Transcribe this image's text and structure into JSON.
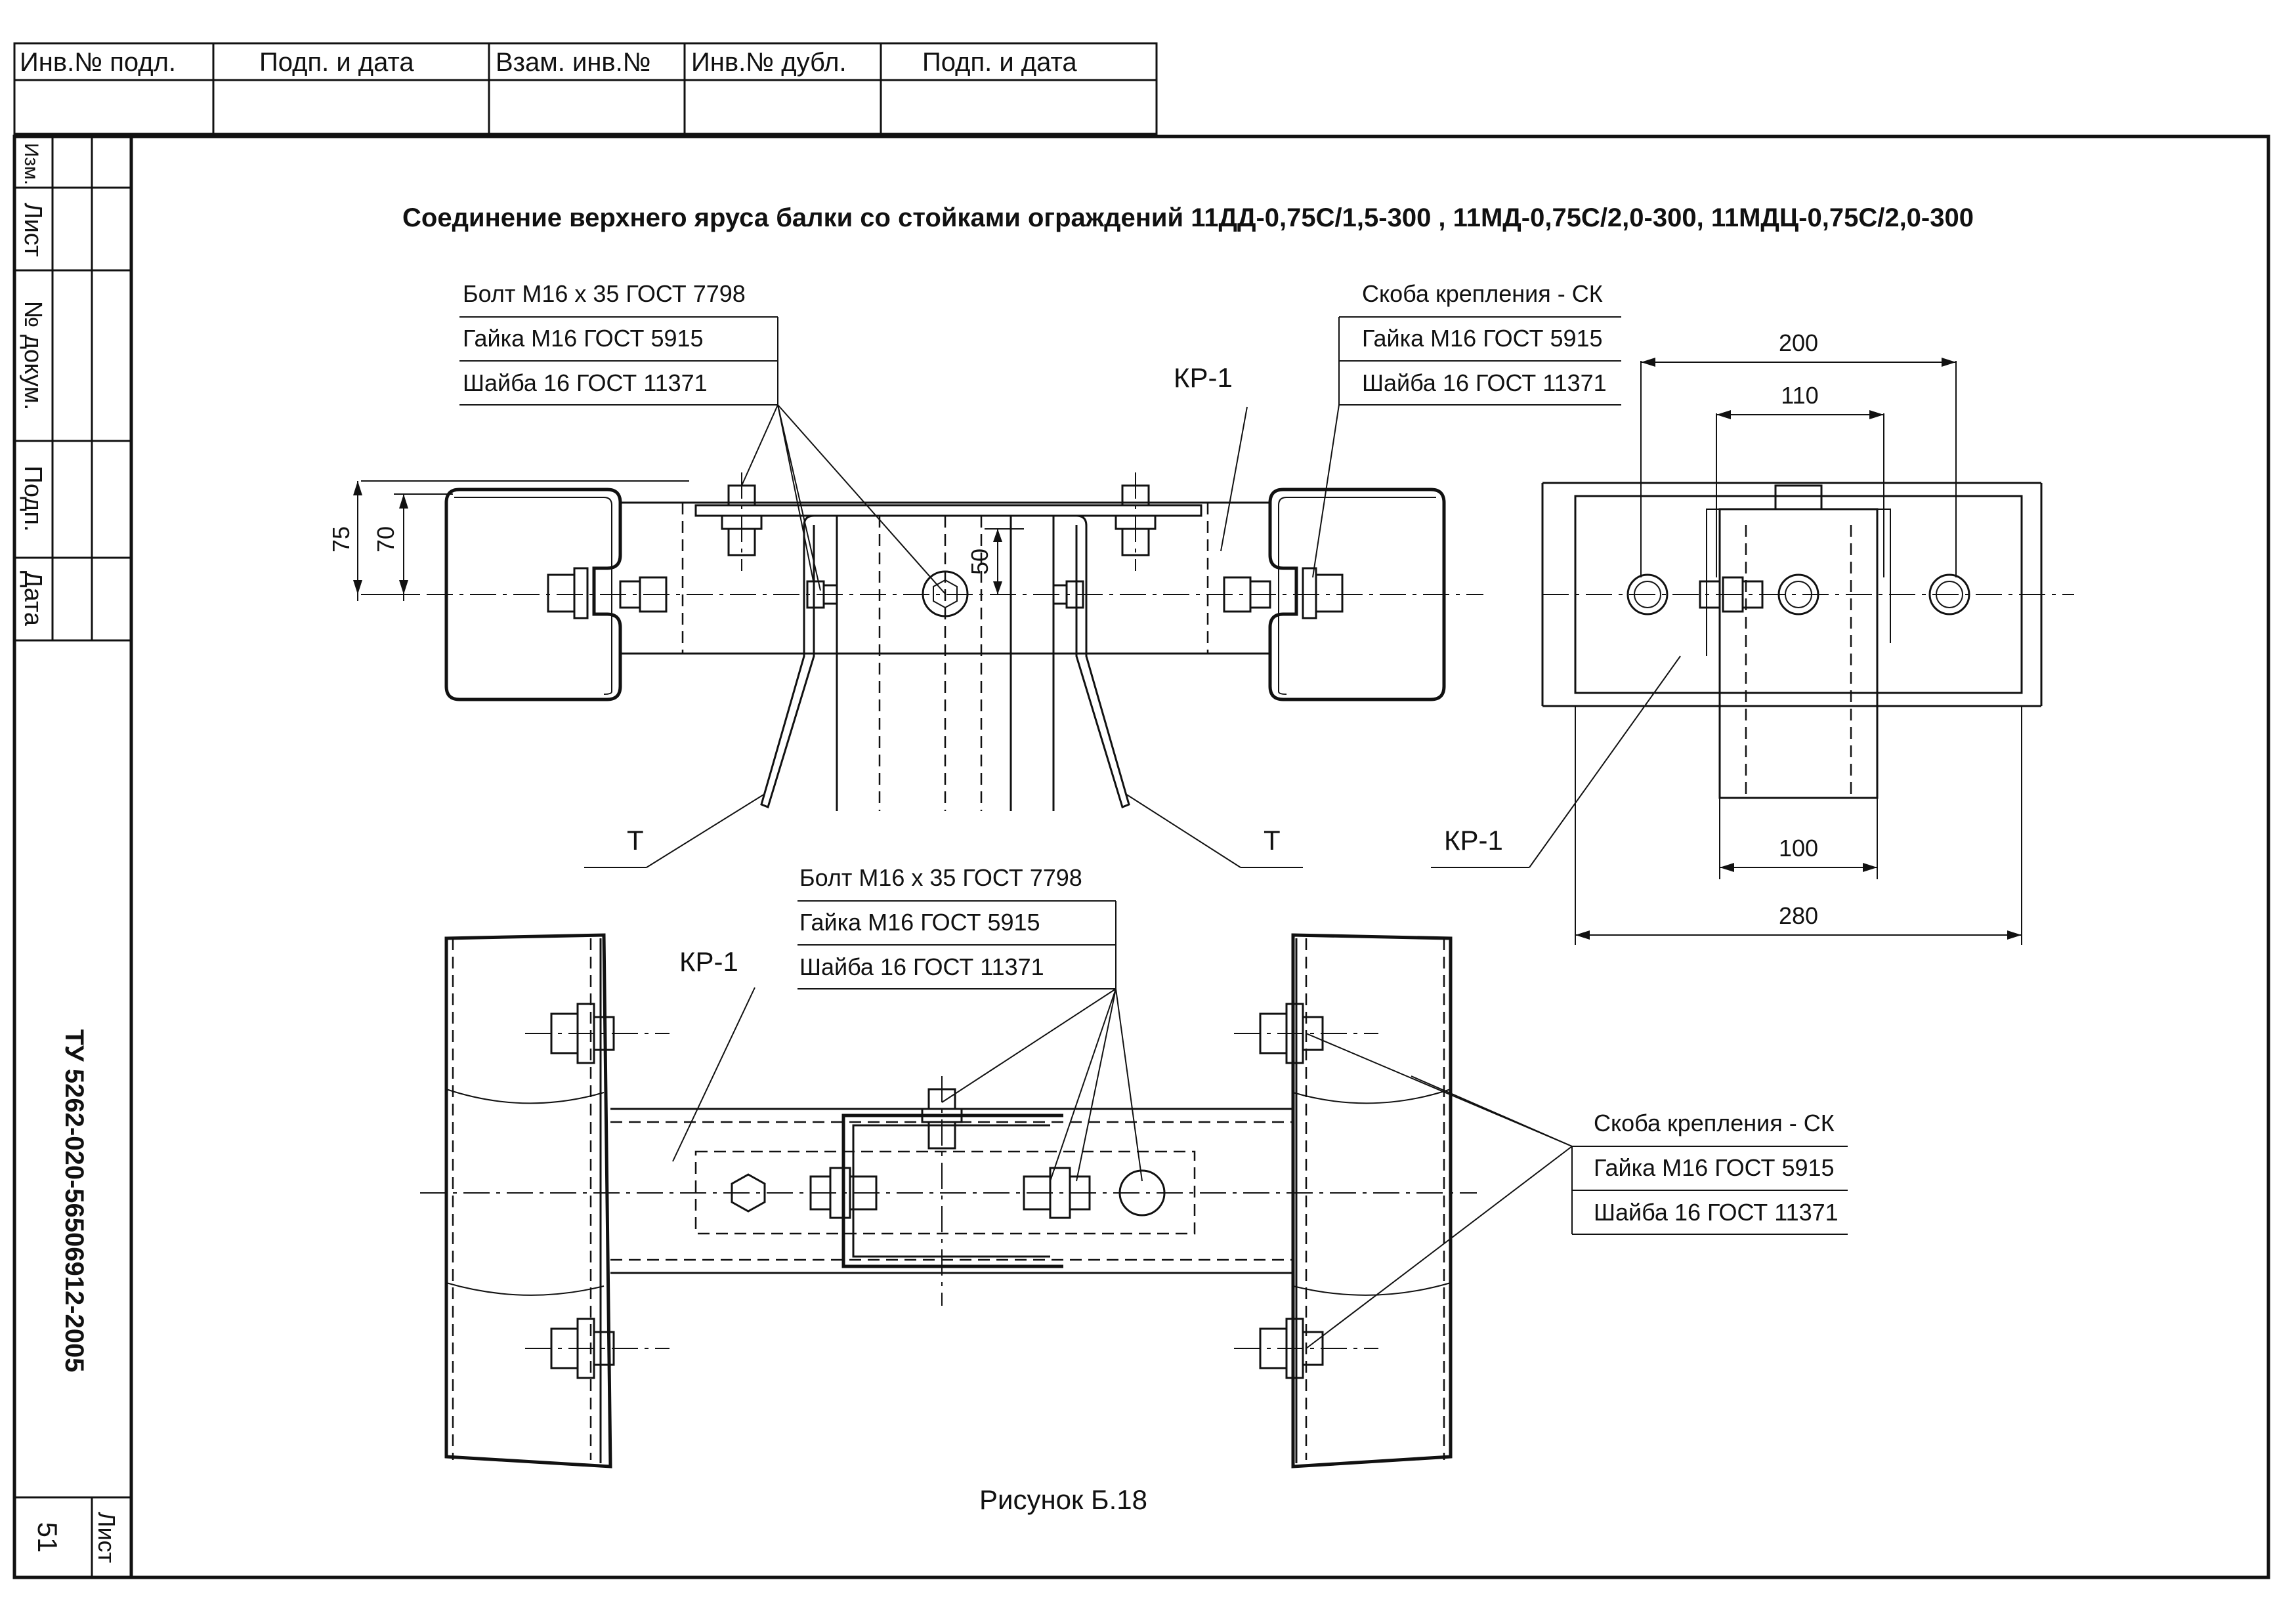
{
  "stamp": {
    "inv_podl": "Инв.№ подл.",
    "podp_data_1": "Подп. и дата",
    "vzam_inv": "Взам. инв.№",
    "inv_dubl": "Инв.№ дубл.",
    "podp_data_2": "Подп. и дата"
  },
  "side_block": {
    "izm": "Изм.",
    "list": "Лист",
    "n_dokum": "№ докум.",
    "podp": "Подп.",
    "data": "Дата",
    "doc_code": "ТУ 5262-020-56506912-2005",
    "sheet_label": "Лист",
    "sheet_number": "51"
  },
  "drawing": {
    "title": "Соединение верхнего яруса балки  со стойками ограждений  11ДД-0,75С/1,5-300 , 11МД-0,75С/2,0-300, 11МДЦ-0,75С/2,0-300",
    "caption": "Рисунок Б.18"
  },
  "labels": {
    "top_left_bolt": "Болт М16 х 35 ГОСТ 7798",
    "top_left_nut": "Гайка М16 ГОСТ 5915",
    "top_left_washer": "Шайба 16 ГОСТ 11371",
    "top_right_bracket": "Скоба крепления - СК",
    "top_right_nut": "Гайка М16 ГОСТ 5915",
    "top_right_washer": "Шайба 16 ГОСТ 11371",
    "kr1_top": "КР-1",
    "t_left": "Т",
    "t_right": "Т",
    "kr1_right": "КР-1",
    "bottom_bolt": "Болт М16 х 35 ГОСТ 7798",
    "bottom_nut": "Гайка М16 ГОСТ 5915",
    "bottom_washer": "Шайба 16 ГОСТ 11371",
    "kr1_bottom": "КР-1",
    "bottom_right_bracket": "Скоба крепления - СК",
    "bottom_right_nut": "Гайка М16 ГОСТ 5915",
    "bottom_right_washer": "Шайба 16 ГОСТ 11371"
  },
  "dimensions": {
    "d75": "75",
    "d70": "70",
    "d50": "50",
    "d200": "200",
    "d110": "110",
    "d100": "100",
    "d280": "280"
  }
}
